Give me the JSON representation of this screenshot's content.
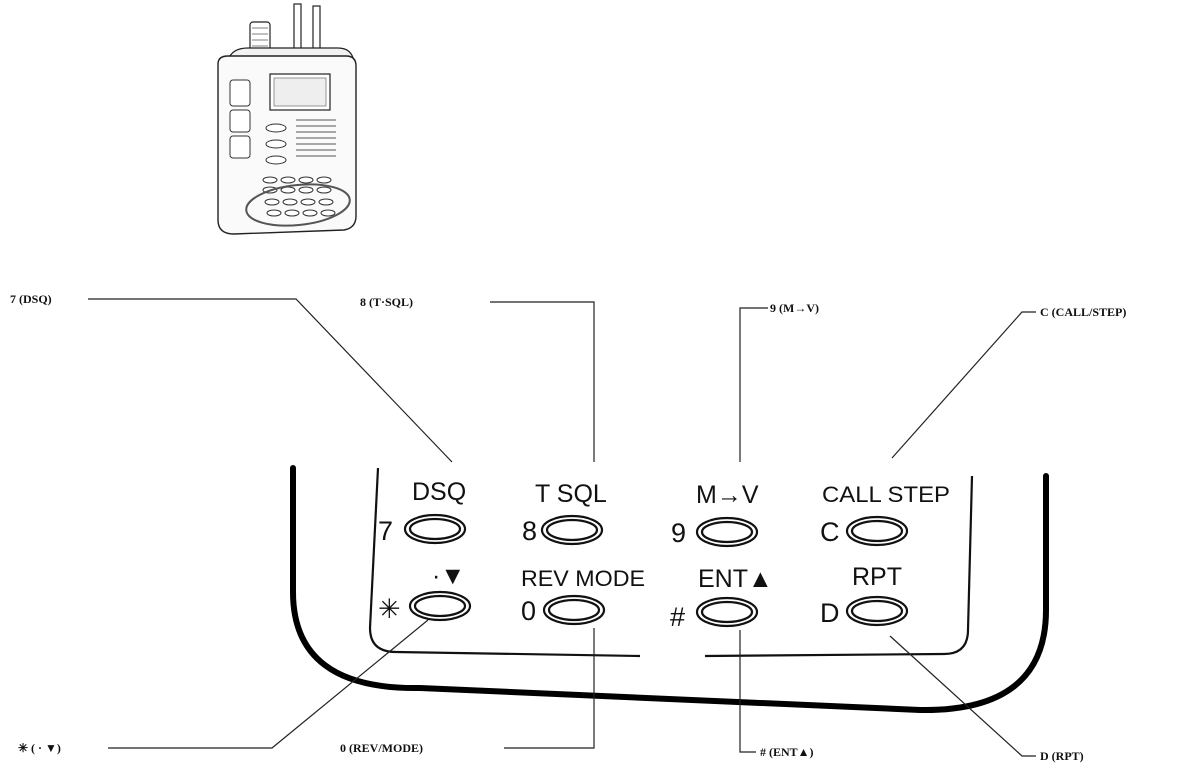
{
  "callouts": {
    "dsq": "7  (DSQ)",
    "tsql": "8  (T·SQL)",
    "mv": "9  (M→V)",
    "call": "C  (CALL/STEP)",
    "star": "✳  ( · ▼)",
    "rev": "0  (REV/MODE)",
    "ent": "#  (ENT▲)",
    "rpt": "D  (RPT)"
  },
  "keys": {
    "k7": {
      "top": "DSQ",
      "digit": "7"
    },
    "k8": {
      "top": "T SQL",
      "digit": "8"
    },
    "k9": {
      "top": "M→V",
      "digit": "9"
    },
    "kc": {
      "top": "CALL STEP",
      "digit": "C"
    },
    "kstar": {
      "top": "·▼",
      "digit": "✳"
    },
    "k0": {
      "top": "REV MODE",
      "digit": "0"
    },
    "khash": {
      "top": "ENT▲",
      "digit": "#"
    },
    "kd": {
      "top": "RPT",
      "digit": "D"
    }
  },
  "icons": {
    "radio": "handheld-radio-icon"
  }
}
